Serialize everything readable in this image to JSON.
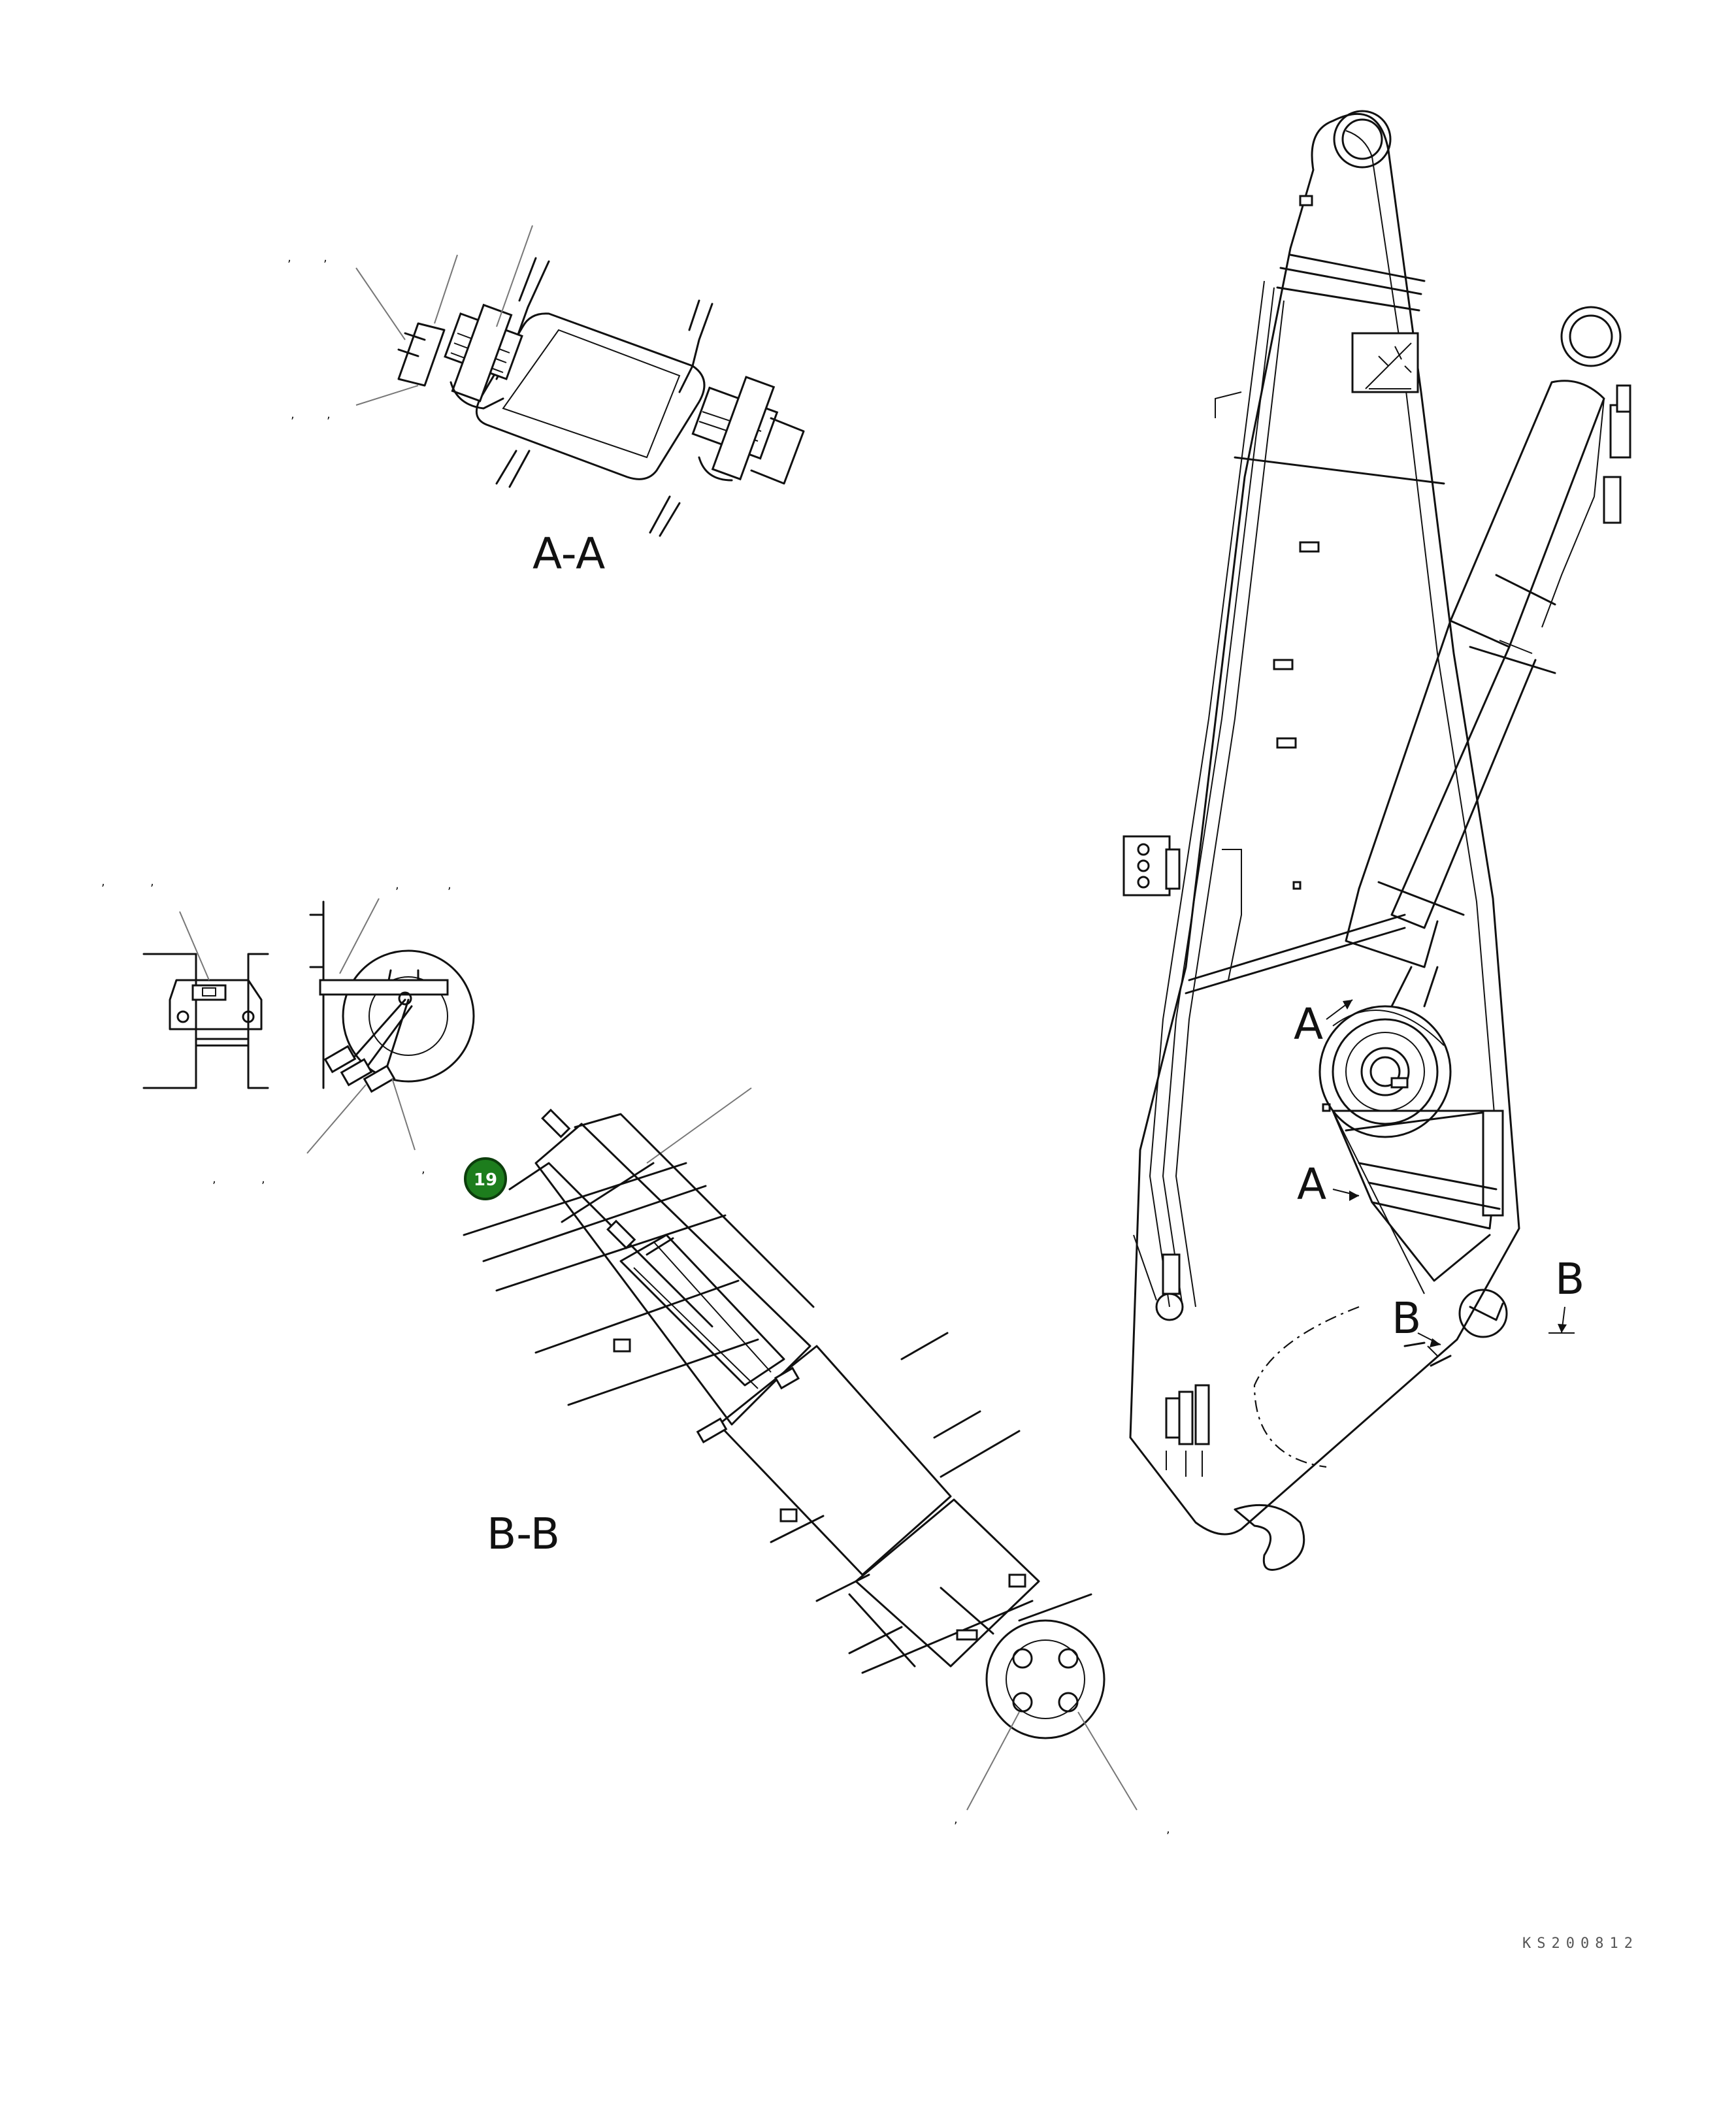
{
  "views": {
    "section_aa": "A-A",
    "section_bb": "B-B"
  },
  "section_markers": {
    "a_upper": "A",
    "a_lower": "A",
    "b_left": "B",
    "b_right": "B"
  },
  "callouts": {
    "part_19": "19"
  },
  "leader_ticks": [
    ",",
    ",",
    ",",
    ",",
    ",",
    ",",
    ",",
    ",",
    ",",
    ",",
    ",",
    ",",
    ","
  ],
  "drawing_code": "KS200812",
  "colors": {
    "line": "#111111",
    "badge": "#1d7d1d",
    "background": "#ffffff"
  }
}
